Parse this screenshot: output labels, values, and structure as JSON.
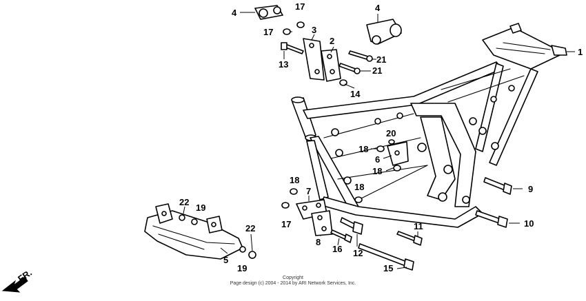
{
  "callouts": [
    {
      "label": "1"
    },
    {
      "label": "2"
    },
    {
      "label": "3"
    },
    {
      "label": "4"
    },
    {
      "label": "4"
    },
    {
      "label": "5"
    },
    {
      "label": "6"
    },
    {
      "label": "7"
    },
    {
      "label": "8"
    },
    {
      "label": "9"
    },
    {
      "label": "10"
    },
    {
      "label": "11"
    },
    {
      "label": "12"
    },
    {
      "label": "13"
    },
    {
      "label": "14"
    },
    {
      "label": "15"
    },
    {
      "label": "16"
    },
    {
      "label": "17"
    },
    {
      "label": "17"
    },
    {
      "label": "17"
    },
    {
      "label": "18"
    },
    {
      "label": "18"
    },
    {
      "label": "18"
    },
    {
      "label": "18"
    },
    {
      "label": "19"
    },
    {
      "label": "19"
    },
    {
      "label": "20"
    },
    {
      "label": "21"
    },
    {
      "label": "21"
    },
    {
      "label": "22"
    },
    {
      "label": "22"
    }
  ],
  "direction_marker": "FR.",
  "copyright": {
    "line1": "Copyright",
    "line2": "Page design (c) 2004 - 2014 by ARI Network Services, Inc."
  }
}
